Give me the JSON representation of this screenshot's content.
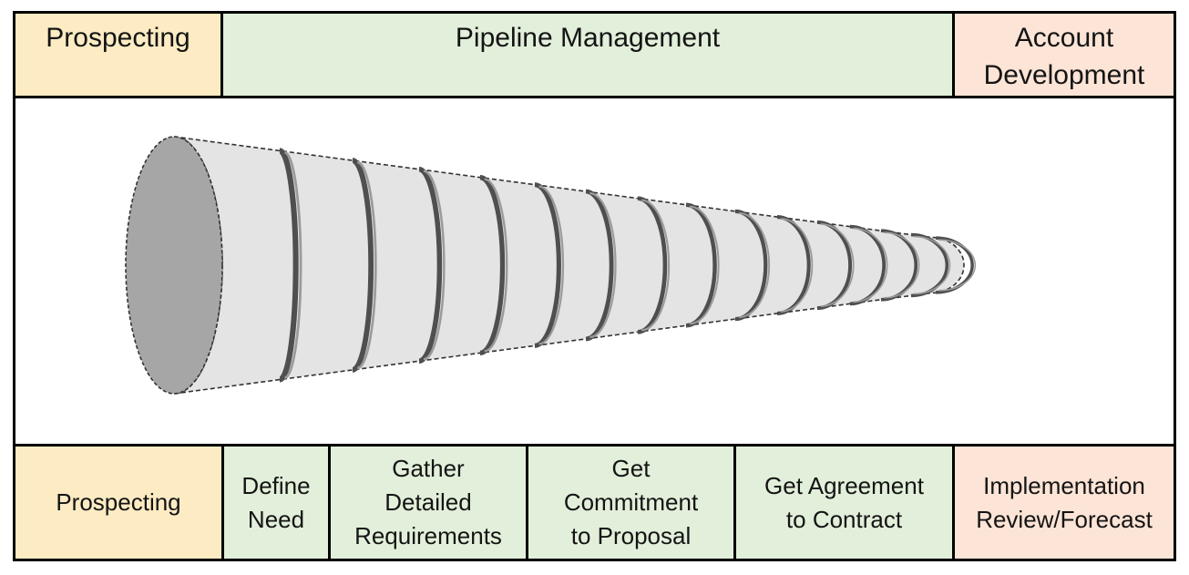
{
  "colors": {
    "stage_yellow": "#FCEBC3",
    "stage_green": "#E2EFDA",
    "stage_pink": "#FCE4D6",
    "grid_border": "#000000",
    "cone_face": "#A6A6A6",
    "cone_body": "#E4E4E4",
    "cone_outline": "#333333",
    "cone_ring_dark": "#4F4F4F",
    "cone_ring_light": "#9B9B9B",
    "text": "#141414"
  },
  "top_row": [
    {
      "label": "Prospecting",
      "color": "yellow"
    },
    {
      "label": "Pipeline Management",
      "color": "green"
    },
    {
      "label": "Account\nDevelopment",
      "color": "pink"
    }
  ],
  "bottom_row": [
    {
      "label": "Prospecting",
      "color": "yellow"
    },
    {
      "label": "Define\nNeed",
      "color": "green"
    },
    {
      "label": "Gather\nDetailed\nRequirements",
      "color": "green"
    },
    {
      "label": "Get\nCommitment\nto Proposal",
      "color": "green"
    },
    {
      "label": "Get Agreement\nto Contract",
      "color": "green"
    },
    {
      "label": "Implementation\nReview/Forecast",
      "color": "pink"
    }
  ],
  "funnel": {
    "segments": 15,
    "shape": "tapering-cone-left-wide"
  }
}
